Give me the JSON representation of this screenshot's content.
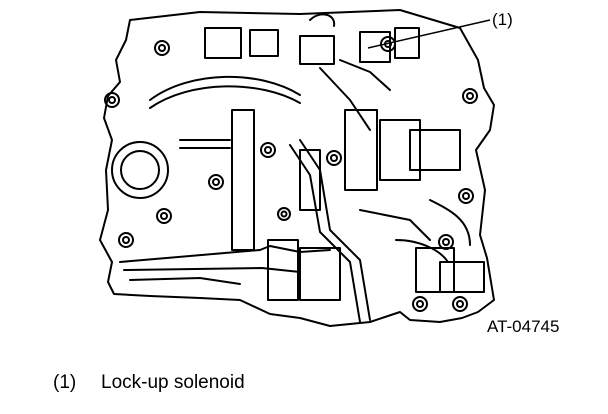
{
  "figure": {
    "code": "AT-04745",
    "callouts": [
      {
        "ref": "(1)"
      }
    ]
  },
  "legend": [
    {
      "ref": "(1)",
      "text": "Lock-up solenoid"
    }
  ],
  "colors": {
    "line": "#000000",
    "background": "#ffffff"
  }
}
